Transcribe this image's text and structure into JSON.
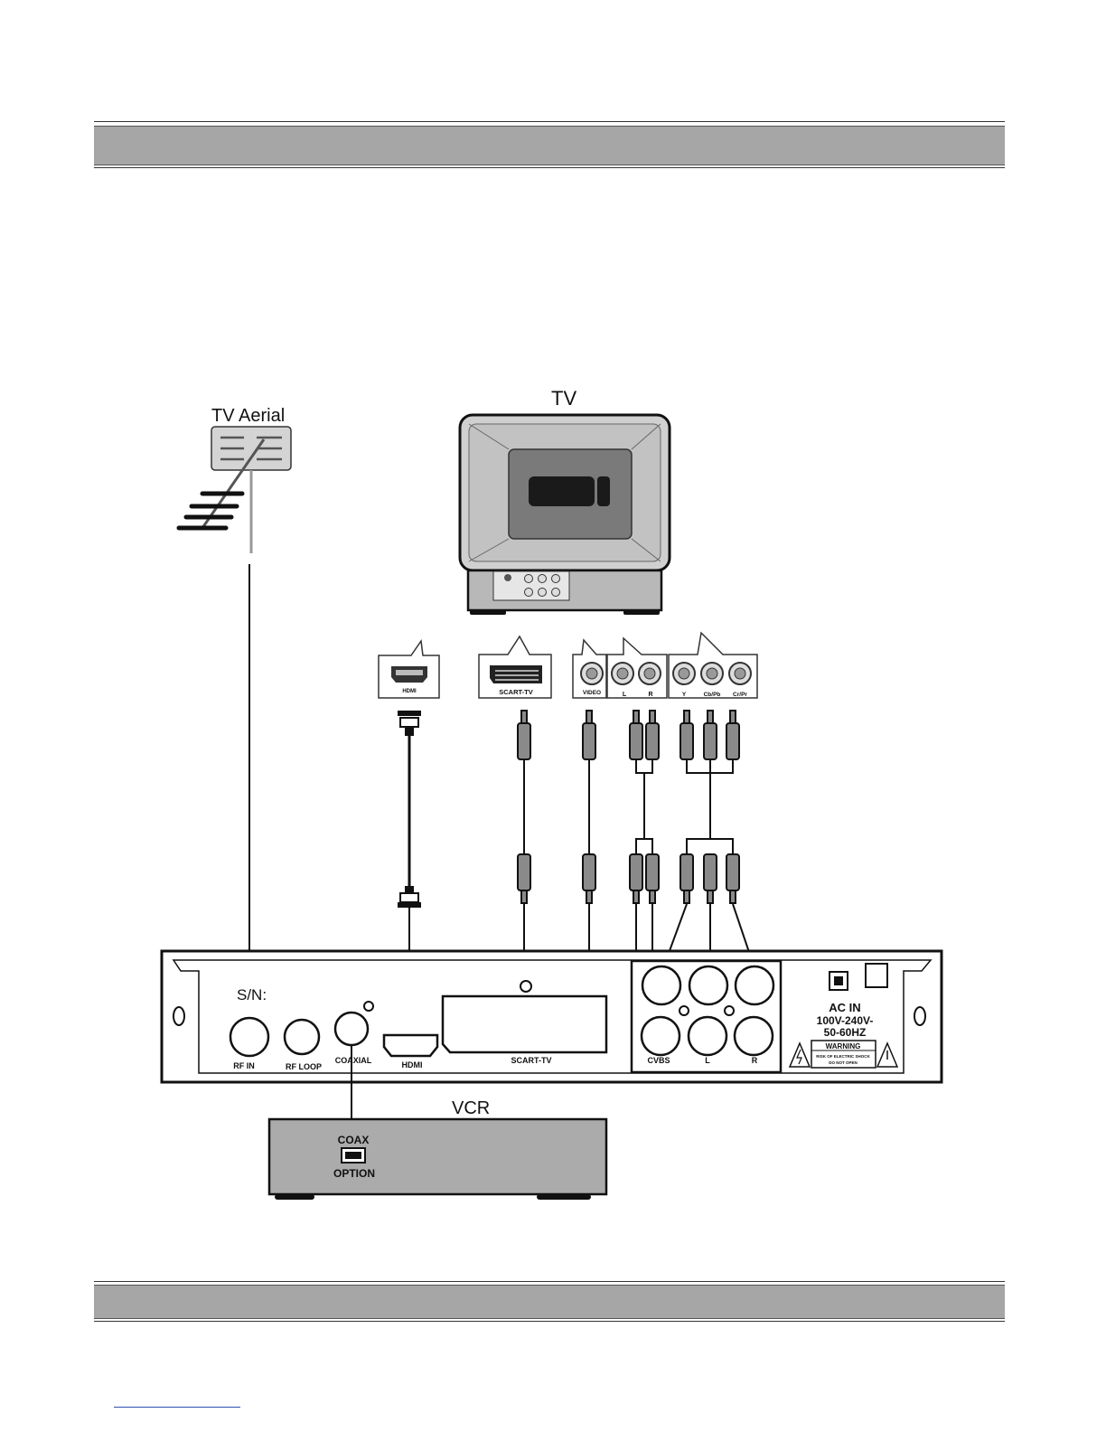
{
  "labels": {
    "tv_aerial": "TV Aerial",
    "tv": "TV",
    "vcr": "VCR",
    "hdmi_small": "HDMI",
    "scart_small": "SCART-TV",
    "video_small": "VIDEO",
    "l_small": "L",
    "r_small": "R",
    "y_small": "Y",
    "cbpb_small": "Cb/Pb",
    "crpr_small": "Cr/Pr",
    "sn": "S/N:",
    "rf_in": "RF IN",
    "rf_loop": "RF LOOP",
    "coaxial": "COAXIAL",
    "hdmi": "HDMI",
    "scart_tv": "SCART-TV",
    "cvbs": "CVBS",
    "l": "L",
    "r": "R",
    "ac_in": "AC  IN",
    "voltage": "100V-240V-",
    "frequency": "50-60HZ",
    "warning": "WARNING",
    "warning_line1": "RISK OF ELECTRIC SHOCK",
    "warning_line2": "DO NOT OPEN",
    "coax": "COAX",
    "option": "OPTION"
  },
  "colors": {
    "header_band": "#a6a6a6",
    "tv_bezel": "#d0d0d0",
    "tv_screen": "#7a7a7a",
    "vcr_body": "#ababab",
    "aerial_panel": "#d4d4d4",
    "line": "#1a1a1a"
  }
}
